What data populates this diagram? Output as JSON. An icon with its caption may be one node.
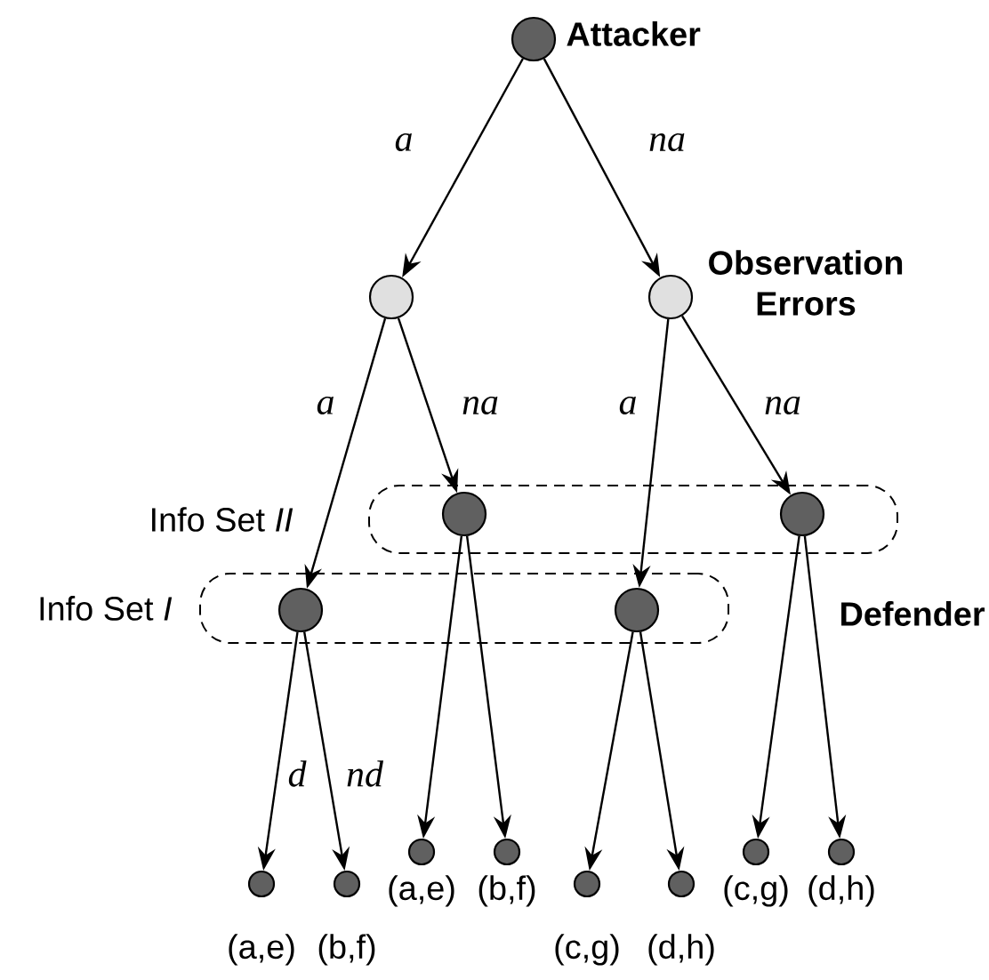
{
  "diagram": {
    "nodes": [
      {
        "text": [],
        "shape": "circle",
        "beside": [
          "Attacker"
        ]
      },
      {
        "text": [],
        "shape": "circle"
      },
      {
        "text": [],
        "shape": "circle",
        "beside": [
          "Observation Errors"
        ]
      },
      {
        "text": [
          "Info Set *II*"
        ]
      },
      {
        "text": [],
        "shape": "circle",
        "in": 3
      },
      {
        "text": [],
        "shape": "circle",
        "in": 3
      },
      {
        "text": [
          "Info Set *I*"
        ]
      },
      {
        "text": [],
        "shape": "circle",
        "in": 6
      },
      {
        "text": [],
        "shape": "circle",
        "in": 6
      },
      {
        "text": [],
        "shape": "circle",
        "beside": [
          "(a,e)"
        ]
      },
      {
        "text": [],
        "shape": "circle",
        "beside": [
          "(b,f)"
        ]
      },
      {
        "text": [],
        "shape": "circle",
        "beside": [
          "(a,e)"
        ]
      },
      {
        "text": [],
        "shape": "circle",
        "beside": [
          "(b,f)"
        ]
      },
      {
        "text": [],
        "shape": "circle",
        "beside": [
          "(c,g)"
        ]
      },
      {
        "text": [],
        "shape": "circle",
        "beside": [
          "(d,h)"
        ]
      },
      {
        "text": [],
        "shape": "circle",
        "beside": [
          "(c,g)"
        ]
      },
      {
        "text": [],
        "shape": "circle",
        "beside": [
          "(d,h)"
        ]
      }
    ],
    "edges": [
      {
        "from": 0,
        "to": 1,
        "arrow": "to",
        "label": "a"
      },
      {
        "from": 0,
        "to": 2,
        "arrow": "to",
        "label": "na"
      },
      {
        "from": 1,
        "to": 7,
        "arrow": "to",
        "label": "a"
      },
      {
        "from": 1,
        "to": 4,
        "arrow": "to",
        "label": "na"
      },
      {
        "from": 2,
        "to": 8,
        "arrow": "to",
        "label": "a"
      },
      {
        "from": 2,
        "to": 5,
        "arrow": "to",
        "label": "na"
      },
      {
        "from": 7,
        "to": 9,
        "arrow": "to",
        "label": "d"
      },
      {
        "from": 7,
        "to": 10,
        "arrow": "to",
        "label": "nd"
      },
      {
        "from": 4,
        "to": 11,
        "arrow": "to"
      },
      {
        "from": 4,
        "to": 12,
        "arrow": "to"
      },
      {
        "from": 8,
        "to": 13,
        "arrow": "to"
      },
      {
        "from": 8,
        "to": 14,
        "arrow": "to"
      },
      {
        "from": 5,
        "to": 15,
        "arrow": "to"
      },
      {
        "from": 5,
        "to": 16,
        "arrow": "to"
      }
    ],
    "labels": [
      "Defender"
    ]
  }
}
